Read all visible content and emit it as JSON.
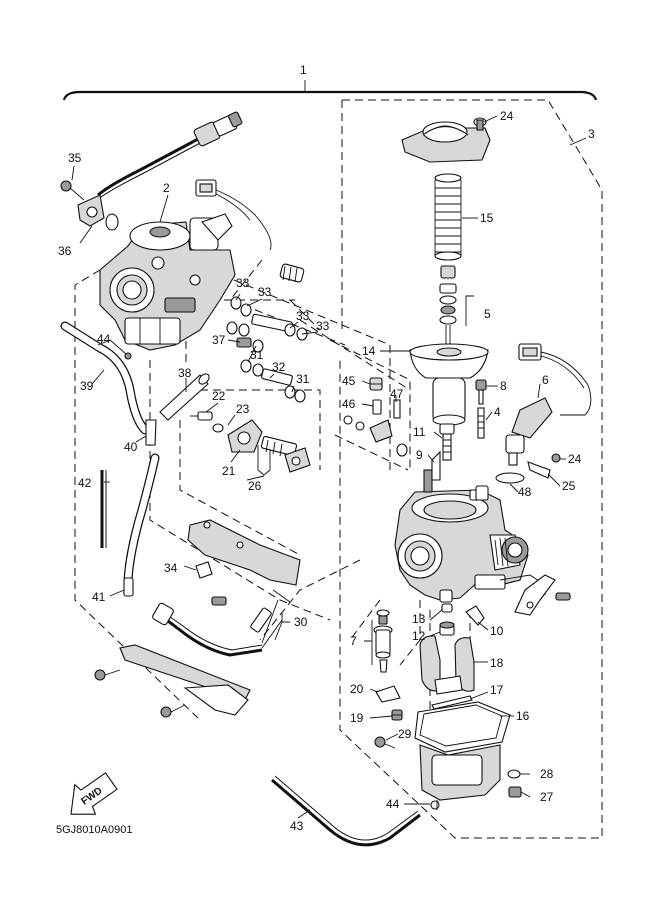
{
  "diagram": {
    "code_label": "5GJ8010A0901",
    "fwd_label": "FWD",
    "callouts": {
      "c1": "1",
      "c2": "2",
      "c3": "3",
      "c4": "4",
      "c5": "5",
      "c6": "6",
      "c7": "7",
      "c8": "8",
      "c9": "9",
      "c10": "10",
      "c11": "11",
      "c12": "12",
      "c13": "13",
      "c14": "14",
      "c15": "15",
      "c16": "16",
      "c17": "17",
      "c18": "18",
      "c19": "19",
      "c20": "20",
      "c21": "21",
      "c22": "22",
      "c23": "23",
      "c24a": "24",
      "c24b": "24",
      "c25": "25",
      "c26": "26",
      "c27": "27",
      "c28": "28",
      "c29": "29",
      "c30": "30",
      "c31a": "31",
      "c31b": "31",
      "c32": "32",
      "c33a": "33",
      "c33b": "33",
      "c33c": "33",
      "c33d": "33",
      "c34": "34",
      "c35": "35",
      "c36": "36",
      "c37": "37",
      "c38": "38",
      "c39": "39",
      "c40": "40",
      "c41": "41",
      "c42": "42",
      "c43": "43",
      "c44a": "44",
      "c44b": "44",
      "c45": "45",
      "c46": "46",
      "c47": "47",
      "c48": "48"
    }
  }
}
